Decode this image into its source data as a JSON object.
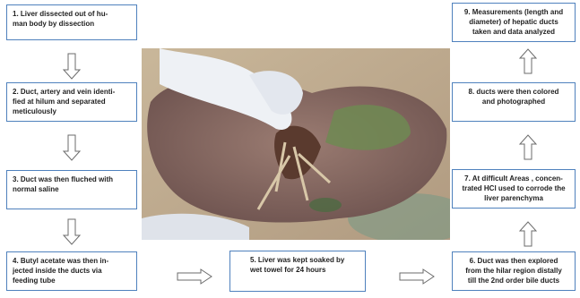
{
  "steps": {
    "s1": "1. Liver dissected out of hu-\nman body by dissection",
    "s2": "2. Duct, artery and vein identi-\nfied at hilum and separated\nmeticulously",
    "s3": "3. Duct was then fluched with\nnormal saline",
    "s4": "4. Butyl acetate was then in-\njected inside the ducts via\nfeeding tube",
    "s5": "5. Liver was kept soaked by\nwet towel for 24 hours",
    "s6": "6. Duct was then explored\nfrom the hilar region distally\ntill the 2nd order bile ducts",
    "s7": "7. At difficult Areas , concen-\ntrated HCl used to corrode the\nliver parenchyma",
    "s8": "8. ducts were then colored\nand photographed",
    "s9": "9. Measurements (length and\ndiameter) of hepatic ducts\ntaken and data analyzed"
  },
  "colors": {
    "box_border": "#4f81bd",
    "arrow_stroke": "#6b6b6b",
    "liver": "#8a6b63",
    "glove": "#eef1f5"
  }
}
